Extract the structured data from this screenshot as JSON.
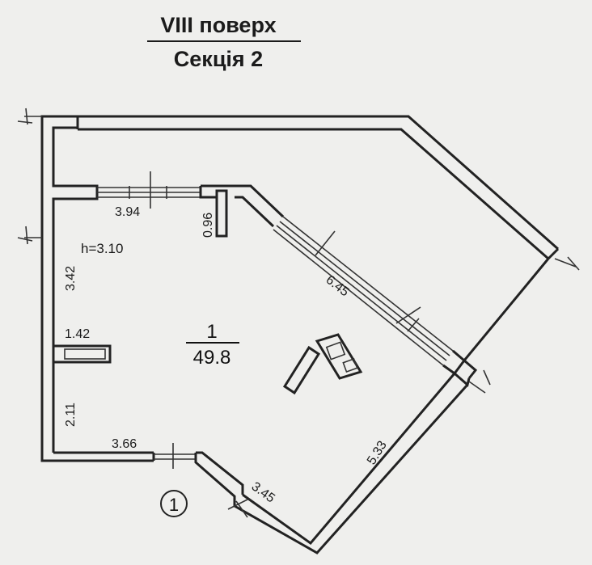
{
  "header": {
    "floor": "VIII поверх",
    "section": "Секція 2"
  },
  "room": {
    "number": "1",
    "area": "49.8",
    "height": "h=3.10"
  },
  "dimensions": {
    "window_top": "3.94",
    "pillar": "0.96",
    "diagonal": "6.45",
    "left_upper": "3.42",
    "niche": "1.42",
    "left_lower": "2.11",
    "bottom_left": "3.66",
    "right": "5.33",
    "bottom_right": "3.45"
  },
  "axis_marker": "1"
}
